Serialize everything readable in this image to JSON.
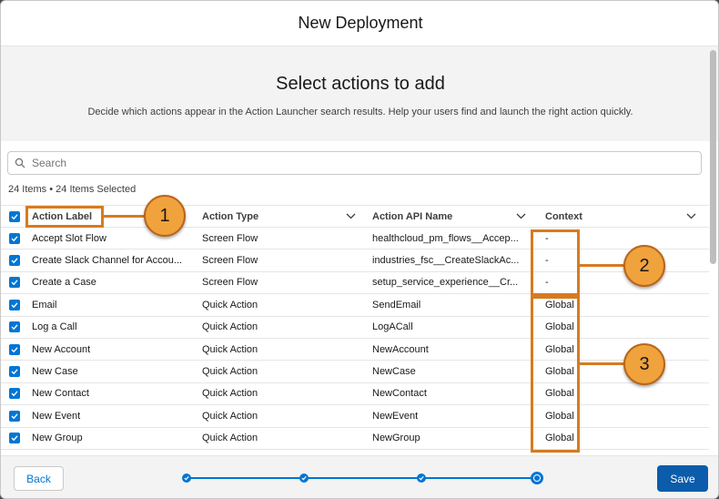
{
  "header": {
    "title": "New Deployment"
  },
  "hero": {
    "title": "Select actions to add",
    "description": "Decide which actions appear in the Action Launcher search results. Help your users find and launch the right action quickly."
  },
  "search": {
    "placeholder": "Search",
    "value": ""
  },
  "summary": "24 Items • 24 Items Selected",
  "table": {
    "columns": [
      "Action Label",
      "Action Type",
      "Action API Name",
      "Context"
    ],
    "rows": [
      [
        "Accept Slot Flow",
        "Screen Flow",
        "healthcloud_pm_flows__AcceptSlotFlow",
        "-"
      ],
      [
        "Create Slack Channel for Account",
        "Screen Flow",
        "industries_fsc__CreateSlackAccountChannel",
        "-"
      ],
      [
        "Create a Case",
        "Screen Flow",
        "setup_service_experience__CreateCase",
        "-"
      ],
      [
        "Email",
        "Quick Action",
        "SendEmail",
        "Global"
      ],
      [
        "Log a Call",
        "Quick Action",
        "LogACall",
        "Global"
      ],
      [
        "New Account",
        "Quick Action",
        "NewAccount",
        "Global"
      ],
      [
        "New Case",
        "Quick Action",
        "NewCase",
        "Global"
      ],
      [
        "New Contact",
        "Quick Action",
        "NewContact",
        "Global"
      ],
      [
        "New Event",
        "Quick Action",
        "NewEvent",
        "Global"
      ],
      [
        "New Group",
        "Quick Action",
        "NewGroup",
        "Global"
      ]
    ],
    "display": {
      "row_1_label": "Create Slack Channel for Accou...",
      "row_0_api": "healthcloud_pm_flows__Accep...",
      "row_1_api": "industries_fsc__CreateSlackAc...",
      "row_2_api": "setup_service_experience__Cr..."
    }
  },
  "footer": {
    "back_label": "Back",
    "save_label": "Save",
    "steps_total": 4,
    "current_step": 4
  },
  "callouts": [
    "1",
    "2",
    "3"
  ],
  "colors": {
    "brand": "#0176d3",
    "save": "#0b5cab",
    "callout_fill": "#f0a23c",
    "callout_border": "#d67b20"
  }
}
